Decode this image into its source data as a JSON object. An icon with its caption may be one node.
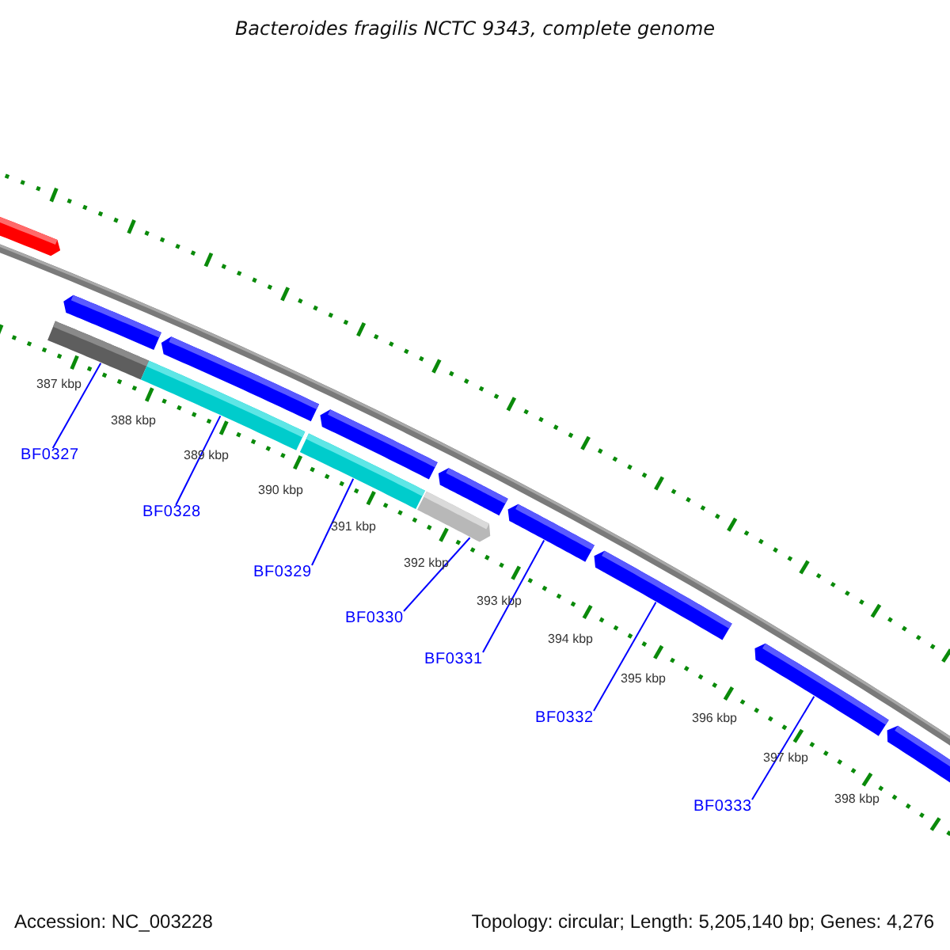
{
  "diagram": {
    "title": "Bacteroides fragilis NCTC 9343, complete genome",
    "nodes": [
      {
        "text": [
          "BF0327"
        ]
      },
      {
        "text": [
          "BF0328"
        ]
      },
      {
        "text": [
          "BF0329"
        ]
      },
      {
        "text": [
          "BF0330"
        ]
      },
      {
        "text": [
          "BF0331"
        ]
      },
      {
        "text": [
          "BF0332"
        ]
      },
      {
        "text": [
          "BF0333"
        ]
      },
      {
        "text": [],
        "shape": "arrow"
      },
      {
        "text": [],
        "shape": "arrow"
      },
      {
        "text": [],
        "shape": "arrow"
      },
      {
        "text": [],
        "shape": "arrow"
      },
      {
        "text": [],
        "shape": "arrow"
      },
      {
        "text": [],
        "shape": "arrow"
      },
      {
        "text": [],
        "shape": "arrow"
      },
      {
        "text": [],
        "shape": "arrow"
      },
      {
        "text": [],
        "shape": "arrow"
      },
      {
        "text": [],
        "shape": "box"
      },
      {
        "text": [],
        "shape": "box"
      },
      {
        "text": [],
        "shape": "box"
      },
      {
        "text": [],
        "shape": "arrow"
      }
    ],
    "edges": [
      {
        "from": 0,
        "to": 16,
        "arrow": "none"
      },
      {
        "from": 1,
        "to": 17,
        "arrow": "none"
      },
      {
        "from": 2,
        "to": 18,
        "arrow": "none"
      },
      {
        "from": 3,
        "to": 19,
        "arrow": "none"
      },
      {
        "from": 4,
        "to": 11,
        "arrow": "none"
      },
      {
        "from": 5,
        "to": 12,
        "arrow": "none"
      },
      {
        "from": 6,
        "to": 13,
        "arrow": "none"
      }
    ],
    "labels": [
      "387 kbp",
      "388 kbp",
      "389 kbp",
      "390 kbp",
      "391 kbp",
      "392 kbp",
      "393 kbp",
      "394 kbp",
      "395 kbp",
      "396 kbp",
      "397 kbp",
      "398 kbp",
      "Accession: NC_003228",
      "Topology: circular; Length: 5,205,140 bp; Genes: 4,276"
    ]
  }
}
